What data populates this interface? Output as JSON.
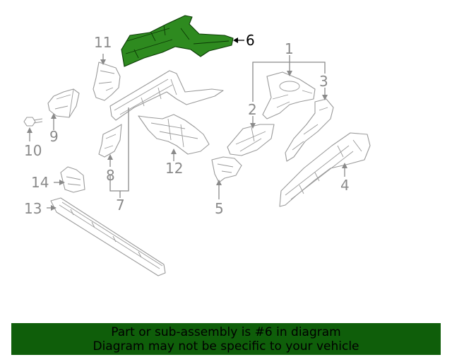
{
  "diagram": {
    "callouts": {
      "c1": "1",
      "c2": "2",
      "c3": "3",
      "c4": "4",
      "c5": "5",
      "c6": "6",
      "c7": "7",
      "c8": "8",
      "c9": "9",
      "c10": "10",
      "c11": "11",
      "c12": "12",
      "c13": "13",
      "c14": "14"
    },
    "highlighted_part": "6",
    "colors": {
      "highlight": "#2e8a1f",
      "line": "#9a9a9a",
      "banner": "#0f5e0a"
    }
  },
  "banner": {
    "line1": "Part or sub-assembly is #6 in diagram",
    "line2": "Diagram may not be specific to your vehicle"
  }
}
